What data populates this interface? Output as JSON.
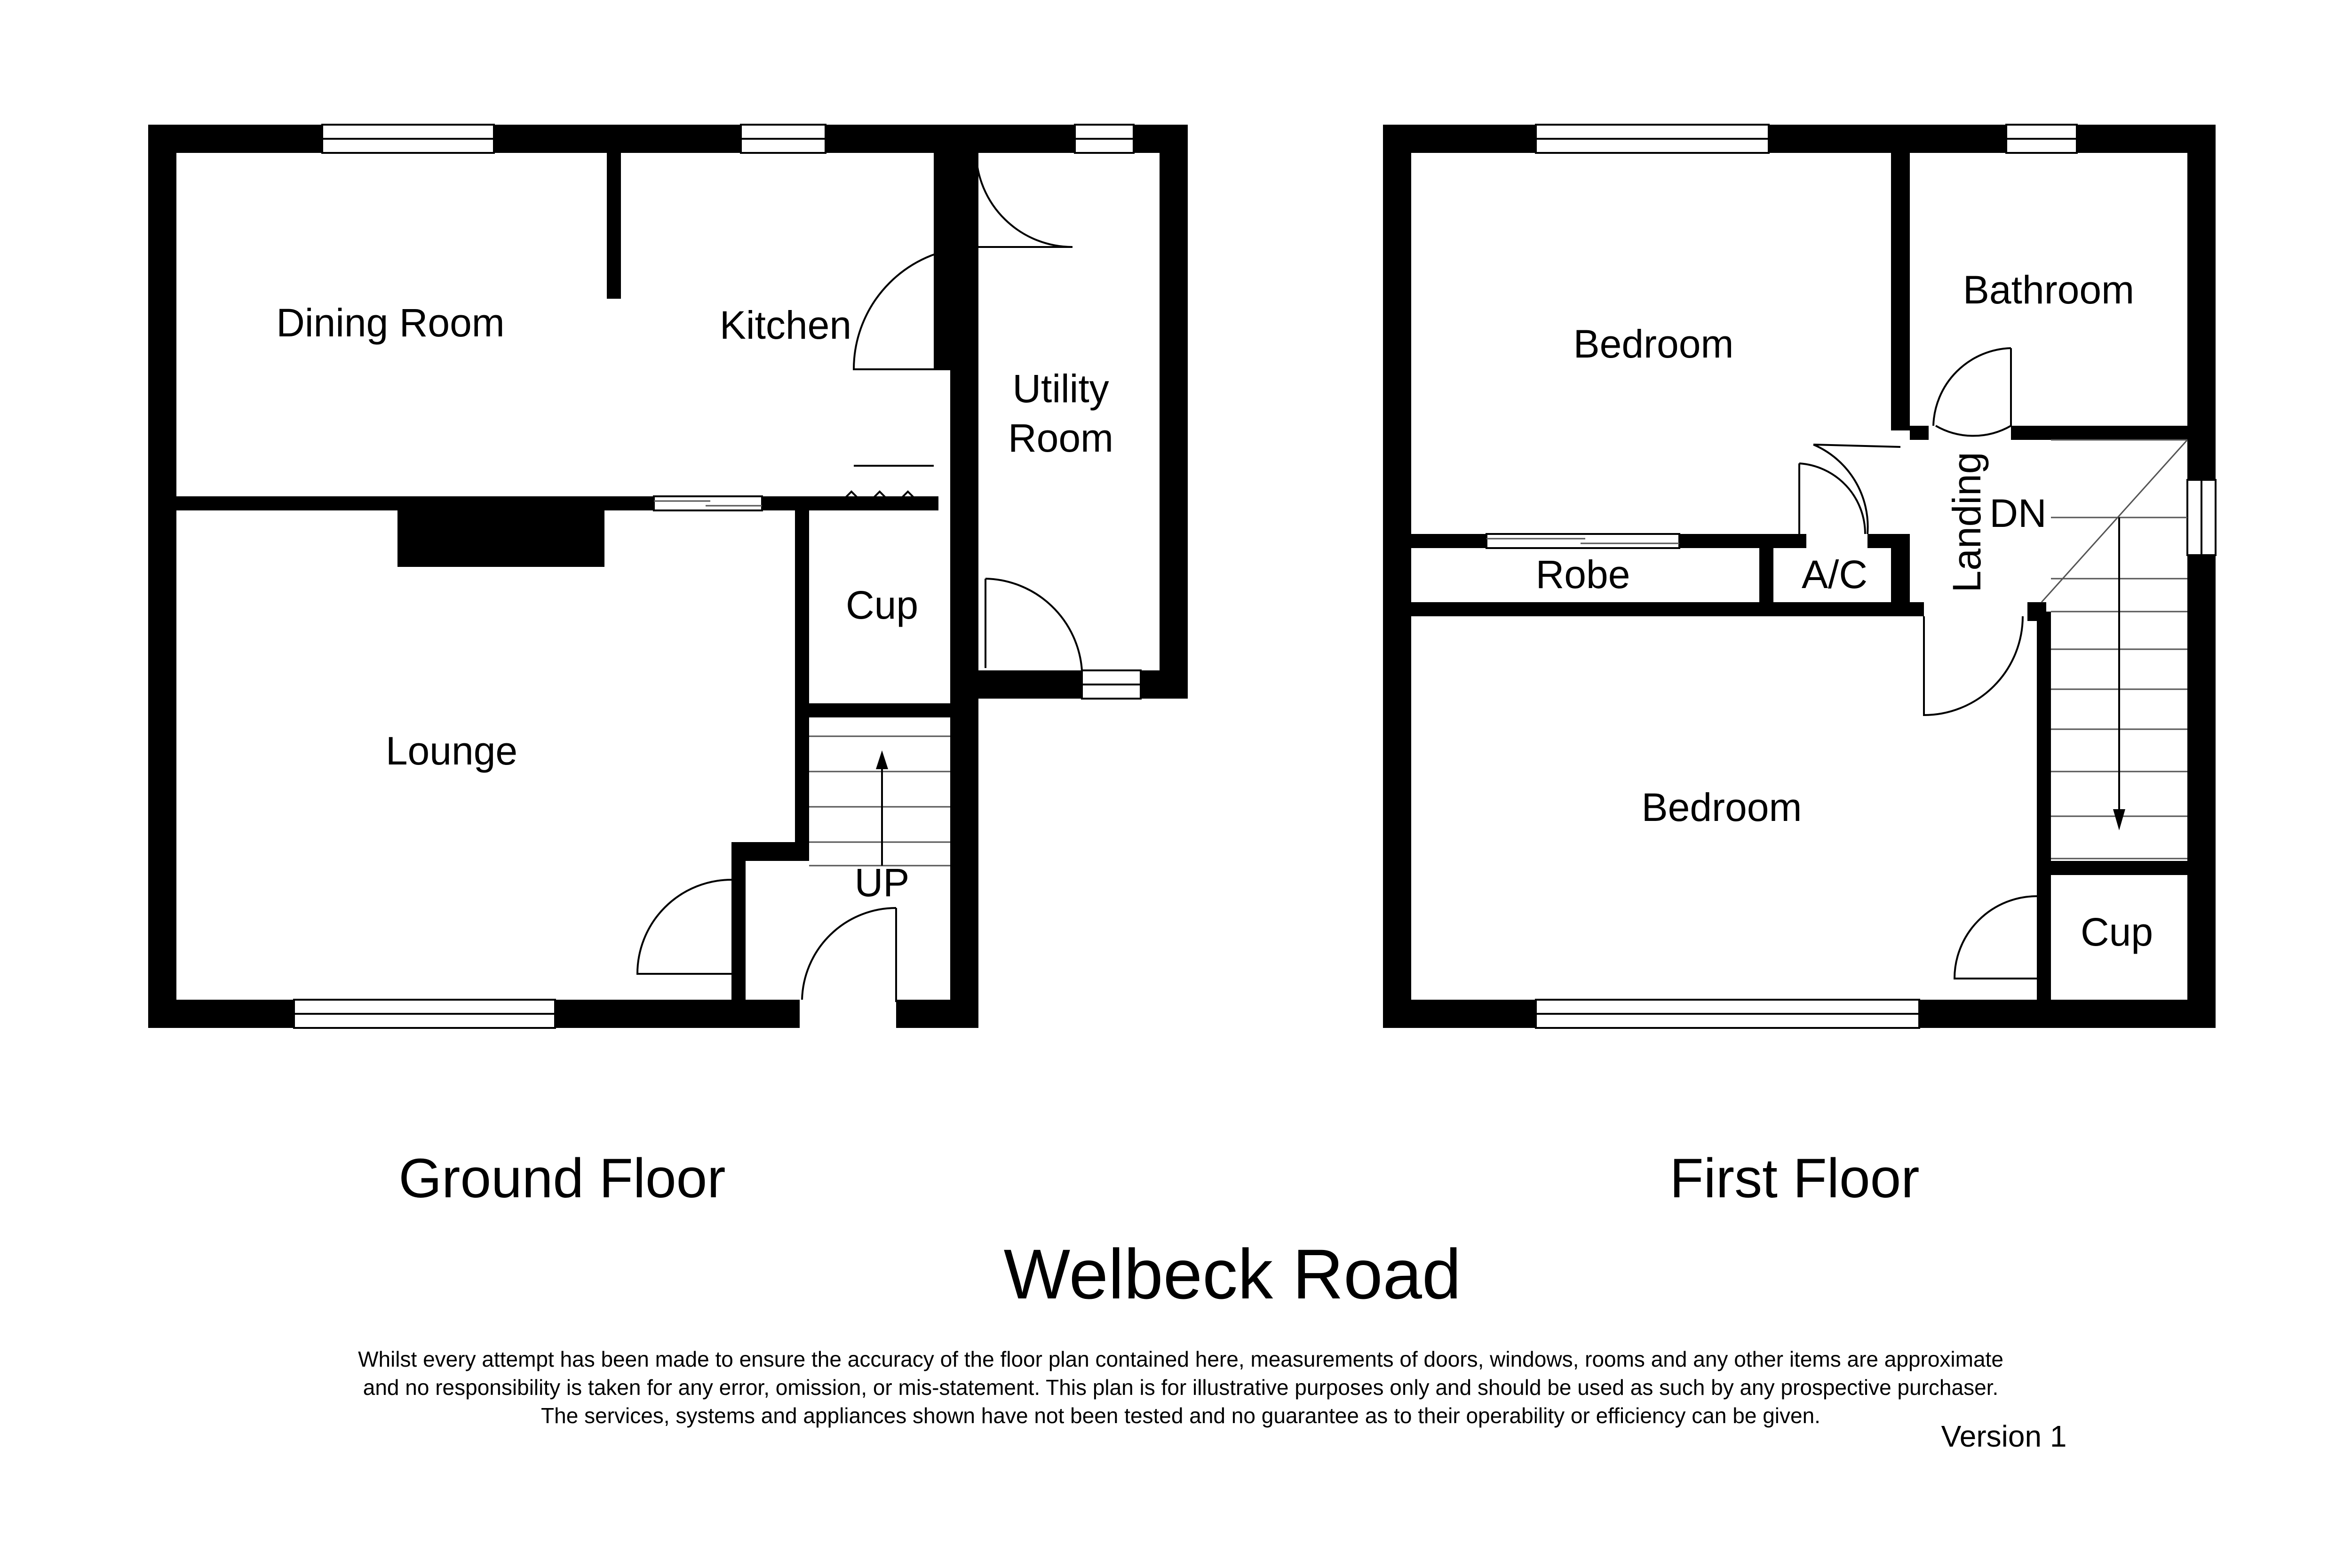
{
  "title": "Welbeck Road",
  "ground_floor": {
    "label": "Ground Floor",
    "rooms": {
      "dining_room": "Dining Room",
      "kitchen": "Kitchen",
      "utility_room_line1": "Utility",
      "utility_room_line2": "Room",
      "lounge": "Lounge",
      "cupboard": "Cup",
      "stairs": "UP"
    }
  },
  "first_floor": {
    "label": "First Floor",
    "rooms": {
      "bedroom_front": "Bedroom",
      "bathroom": "Bathroom",
      "robe": "Robe",
      "airing_cupboard": "A/C",
      "landing": "Landing",
      "stairs": "DN",
      "bedroom_rear": "Bedroom",
      "cupboard": "Cup"
    }
  },
  "disclaimer": {
    "line1": "Whilst every attempt has been made to ensure the accuracy of the floor plan contained here, measurements of doors, windows, rooms and any other items are approximate",
    "line2": "and no responsibility is taken for any error, omission, or mis-statement. This plan is for illustrative purposes only and should be used as such by any prospective purchaser.",
    "line3": "The services, systems and appliances shown have not been tested and no guarantee as to their operability or efficiency can be given."
  },
  "version": "Version 1",
  "colors": {
    "wall": "#000000",
    "background": "#ffffff"
  }
}
